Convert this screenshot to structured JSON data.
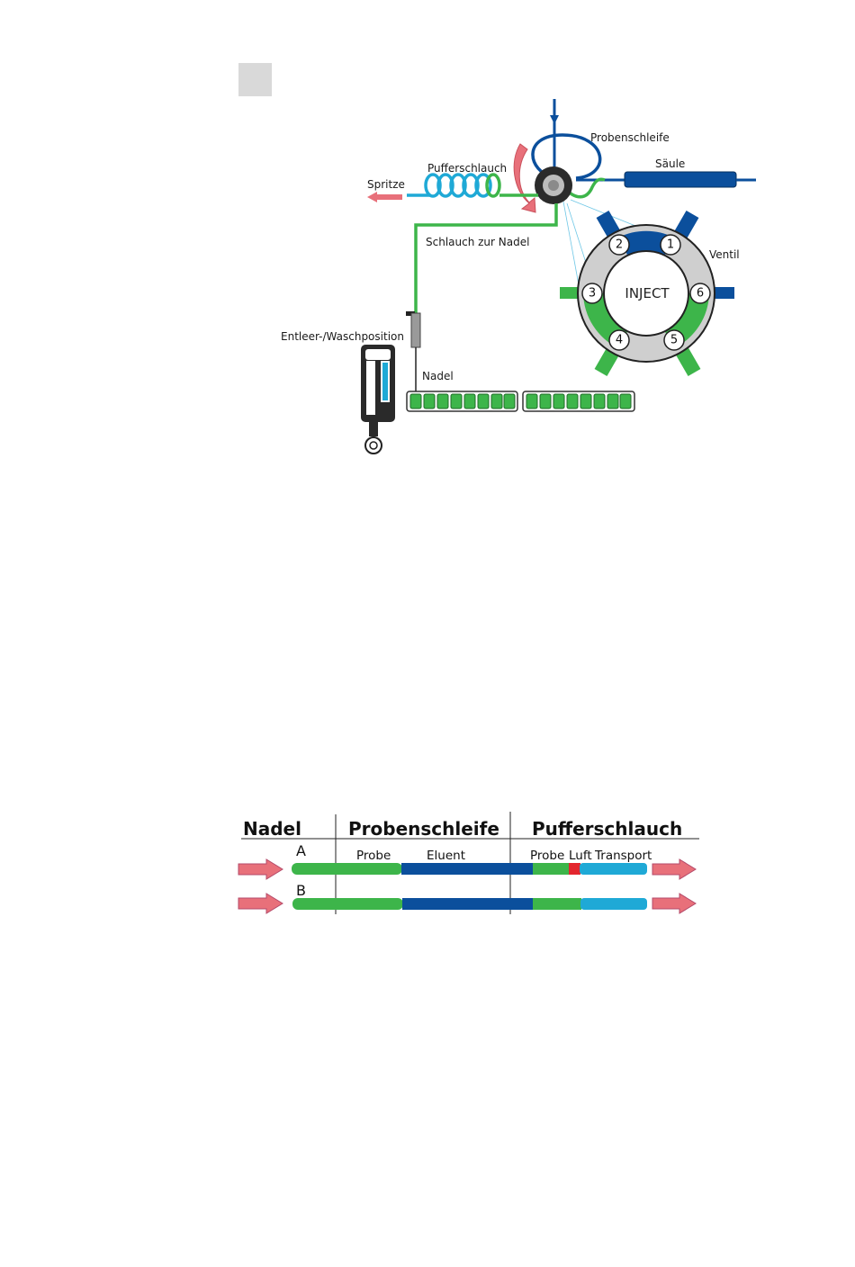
{
  "diagram": {
    "labels": {
      "probenschleife": "Probenschleife",
      "saeule": "Säule",
      "pufferschlauch": "Pufferschlauch",
      "spritze": "Spritze",
      "schlauch_zur_nadel": "Schlauch zur Nadel",
      "ventil": "Ventil",
      "inject": "INJECT",
      "entleer": "Entleer-/Waschposition",
      "nadel": "Nadel"
    },
    "ports": [
      "1",
      "2",
      "3",
      "4",
      "5",
      "6"
    ],
    "colors": {
      "green": "#3db54a",
      "blue": "#0b4f9c",
      "cyan": "#1fa9d6",
      "red_arrow": "#e8707a",
      "red_segment": "#e3262e",
      "gray_box": "#d9d9d9"
    }
  },
  "flow_table": {
    "headers": [
      "Nadel",
      "Probenschleife",
      "Pufferschlauch"
    ],
    "row_a": {
      "letter": "A",
      "labels": [
        "Probe",
        "Eluent",
        "Probe",
        "Luft",
        "Transport"
      ]
    },
    "row_b": {
      "letter": "B"
    }
  }
}
